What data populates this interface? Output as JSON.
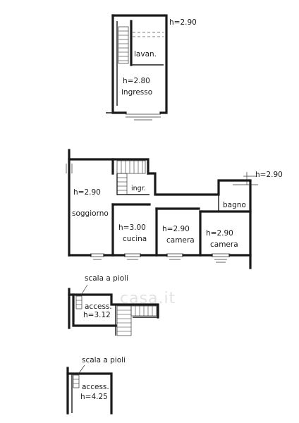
{
  "plan_1": {
    "height_top": "h=2.90",
    "lavanderia": "lavan.",
    "height_ingresso": "h=2.80",
    "ingresso": "ingresso"
  },
  "plan_2": {
    "height_right": "h=2.90",
    "ingr": "ingr.",
    "height_soggiorno": "h=2.90",
    "soggiorno": "soggiorno",
    "bagno": "bagno",
    "height_cucina": "h=3.00",
    "cucina": "cucina",
    "height_camera_1": "h=2.90",
    "camera_1": "camera",
    "height_camera_2": "h=2.90",
    "camera_2": "camera"
  },
  "plan_3": {
    "ladder_label": "scala a pioli",
    "accessorio": "access.",
    "height": "h=3.12"
  },
  "plan_4": {
    "ladder_label": "scala a pioli",
    "accessorio": "access.",
    "height": "h=4.25"
  },
  "watermark": "casa.it"
}
